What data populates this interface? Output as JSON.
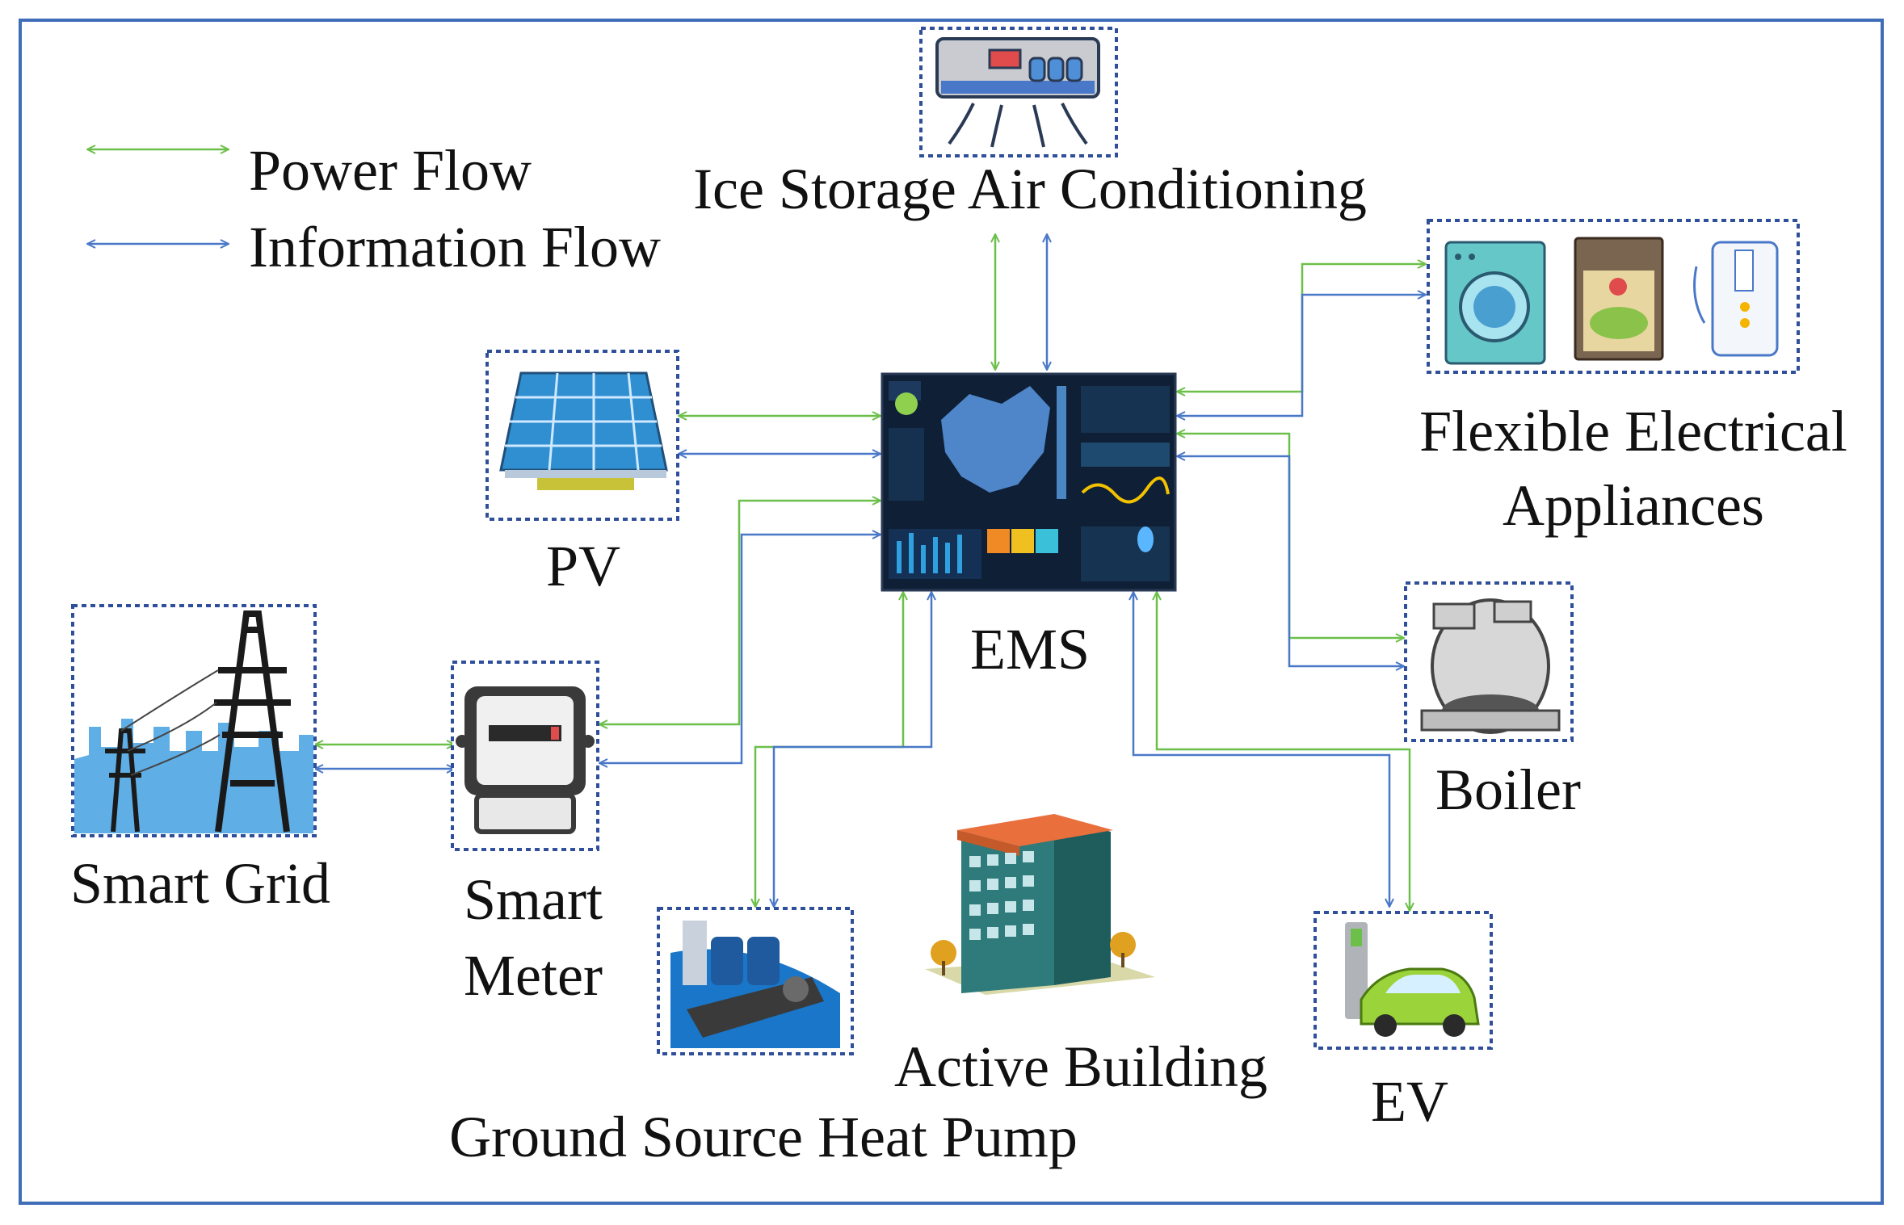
{
  "legend": {
    "power_flow": "Power Flow",
    "information_flow": "Information Flow"
  },
  "labels": {
    "ice_storage": "Ice Storage Air Conditioning",
    "flexible_line1": "Flexible Electrical",
    "flexible_line2": "Appliances",
    "pv": "PV",
    "ems": "EMS",
    "boiler": "Boiler",
    "smart_grid": "Smart Grid",
    "smart_meter_line1": "Smart",
    "smart_meter_line2": "Meter",
    "active_building": "Active Building",
    "ground_source": "Ground Source Heat Pump",
    "ev": "EV"
  },
  "colors": {
    "power_flow": "#6cc04a",
    "information_flow": "#4a78c8",
    "frame_border": "#3f6db8",
    "box_border": "#2f4f9a"
  }
}
